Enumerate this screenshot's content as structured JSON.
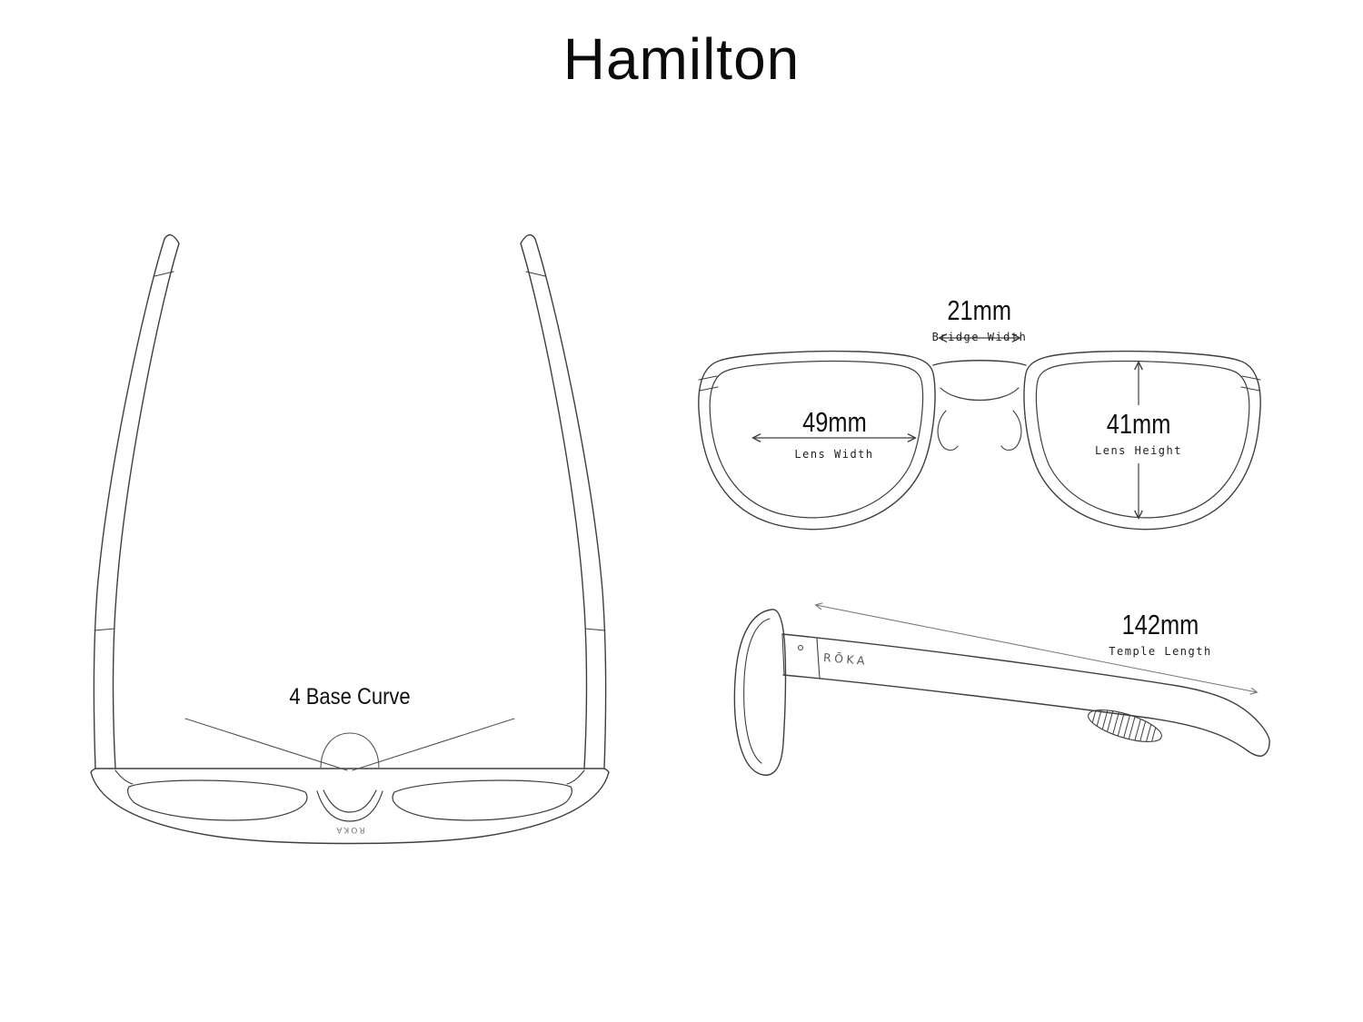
{
  "title": "Hamilton",
  "brand": {
    "temple_logo": "RŌKA",
    "top_view_logo": "ROKA"
  },
  "annotations": {
    "bridge_width": {
      "value": "21mm",
      "label": "Bridge Width"
    },
    "lens_width": {
      "value": "49mm",
      "label": "Lens Width"
    },
    "lens_height": {
      "value": "41mm",
      "label": "Lens Height"
    },
    "temple_length": {
      "value": "142mm",
      "label": "Temple Length"
    },
    "base_curve": "4 Base Curve"
  },
  "colors": {
    "background": "#ffffff",
    "line": "#3f3f3f",
    "annotation": "#555555",
    "arrow_light": "#777777",
    "text": "#101010"
  }
}
